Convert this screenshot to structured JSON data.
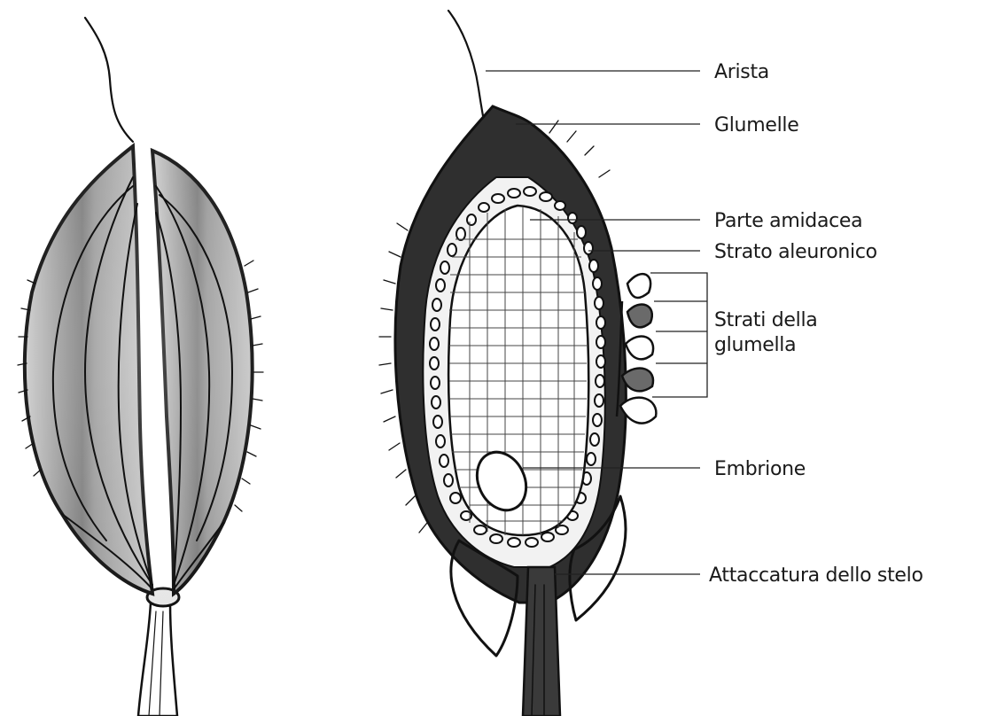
{
  "labels": {
    "arista": "Arista",
    "glumelle": "Glumelle",
    "parte_amidacea": "Parte amidacea",
    "strato_aleuronico": "Strato aleuronico",
    "strati_della_glumella_line1": "Strati della",
    "strati_della_glumella_line2": "glumella",
    "embrione": "Embrione",
    "attaccatura_dello_stelo": "Attaccatura dello stelo"
  },
  "colors": {
    "ink": "#111111",
    "shade_dark": "#3a3a3a",
    "shade_mid": "#8a8a8a",
    "shade_light": "#c8c8c8",
    "paper": "#ffffff"
  }
}
